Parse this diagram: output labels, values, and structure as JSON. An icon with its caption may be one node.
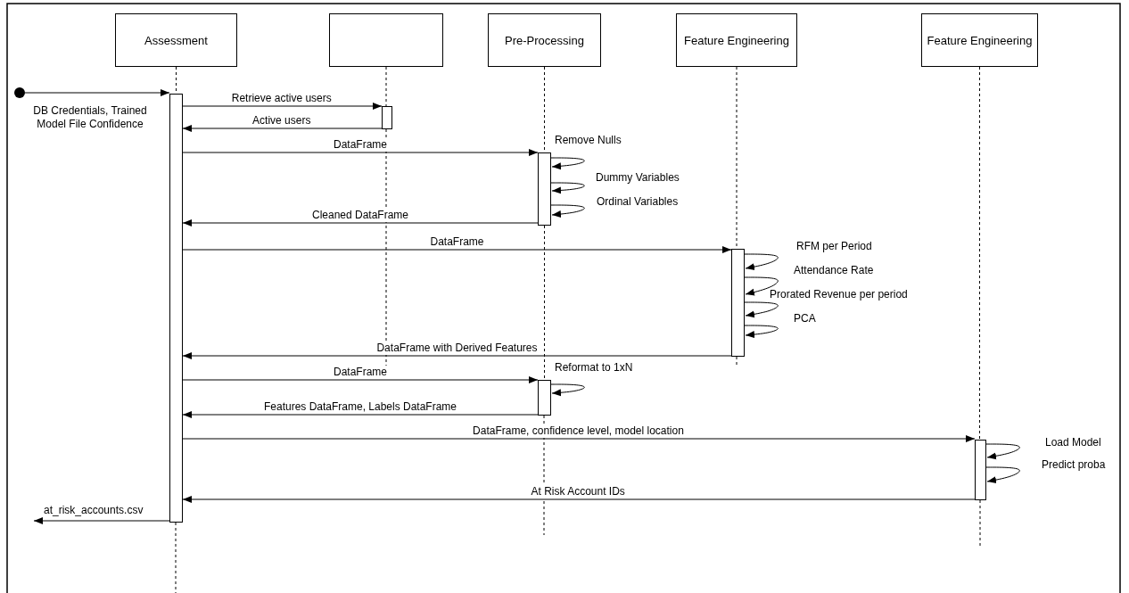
{
  "diagram": {
    "nodes": [
      {
        "text": [
          "Assessment"
        ]
      },
      {
        "text": [],
        "shape": "box"
      },
      {
        "text": [
          "Pre-Processing"
        ]
      },
      {
        "text": [
          "Feature Engineering"
        ]
      },
      {
        "text": [
          "Feature Engineering"
        ]
      },
      {
        "text": [],
        "shape": "bar"
      },
      {
        "text": [],
        "shape": "bar"
      },
      {
        "text": [],
        "shape": "bar"
      },
      {
        "text": [],
        "shape": "bar"
      },
      {
        "text": [],
        "shape": "bar"
      },
      {
        "text": [],
        "shape": "bar"
      },
      {
        "text": [],
        "shape": "circle"
      }
    ],
    "edges": [
      {
        "from": 0,
        "to": 5,
        "arrow": "none",
        "style": "dashed"
      },
      {
        "from": 1,
        "to": 6,
        "arrow": "none",
        "style": "dashed"
      },
      {
        "from": 2,
        "to": 7,
        "arrow": "none",
        "style": "dashed"
      },
      {
        "from": 7,
        "to": 9,
        "arrow": "none",
        "style": "dashed"
      },
      {
        "from": 3,
        "to": 8,
        "arrow": "none",
        "style": "dashed"
      },
      {
        "from": 4,
        "to": 10,
        "arrow": "none",
        "style": "dashed"
      },
      {
        "from": 11,
        "to": 5,
        "arrow": "to",
        "label": "DB Credentials, Trained Model File Confidence"
      },
      {
        "from": 5,
        "to": 6,
        "arrow": "to",
        "label": "Retrieve active users"
      },
      {
        "from": 6,
        "to": 5,
        "arrow": "to",
        "label": "Active users"
      },
      {
        "from": 5,
        "to": 7,
        "arrow": "to",
        "label": "DataFrame"
      },
      {
        "from": 7,
        "to": 7,
        "arrow": "to",
        "label": "Remove Nulls"
      },
      {
        "from": 7,
        "to": 7,
        "arrow": "to",
        "label": "Dummy Variables"
      },
      {
        "from": 7,
        "to": 7,
        "arrow": "to",
        "label": "Ordinal Variables"
      },
      {
        "from": 7,
        "to": 5,
        "arrow": "to",
        "label": "Cleaned DataFrame"
      },
      {
        "from": 5,
        "to": 8,
        "arrow": "to",
        "label": "DataFrame"
      },
      {
        "from": 8,
        "to": 8,
        "arrow": "to",
        "label": "RFM per Period"
      },
      {
        "from": 8,
        "to": 8,
        "arrow": "to",
        "label": "Attendance Rate"
      },
      {
        "from": 8,
        "to": 8,
        "arrow": "to",
        "label": "Prorated Revenue per period"
      },
      {
        "from": 8,
        "to": 8,
        "arrow": "to",
        "label": "PCA"
      },
      {
        "from": 8,
        "to": 5,
        "arrow": "to",
        "label": "DataFrame with Derived Features"
      },
      {
        "from": 5,
        "to": 9,
        "arrow": "to",
        "label": "DataFrame"
      },
      {
        "from": 9,
        "to": 9,
        "arrow": "to",
        "label": "Reformat to 1xN"
      },
      {
        "from": 9,
        "to": 5,
        "arrow": "to",
        "label": "Features DataFrame, Labels DataFrame"
      },
      {
        "from": 5,
        "to": 10,
        "arrow": "to",
        "label": "DataFrame, confidence level, model location"
      },
      {
        "from": 10,
        "to": 10,
        "arrow": "to",
        "label": "Load Model"
      },
      {
        "from": 10,
        "to": 10,
        "arrow": "to",
        "label": "Predict proba"
      },
      {
        "from": 10,
        "to": 5,
        "arrow": "to",
        "label": "At Risk Account IDs"
      },
      {
        "from": 5,
        "to": null,
        "arrow": "to",
        "label": "at_risk_accounts.csv"
      }
    ]
  }
}
